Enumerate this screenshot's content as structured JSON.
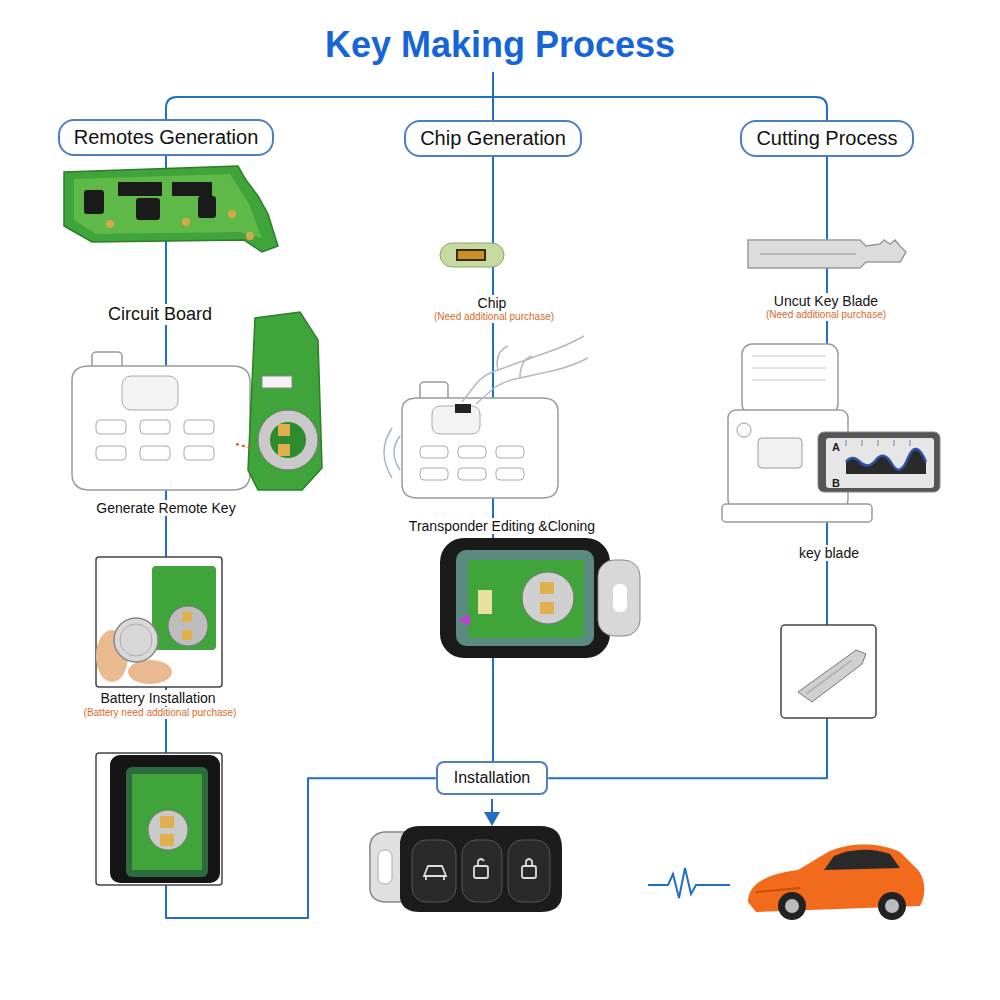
{
  "diagram": {
    "title": "Key Making Process",
    "nodes": [
      {
        "text": [
          "Remotes Generation"
        ]
      },
      {
        "text": [
          "Chip Generation"
        ]
      },
      {
        "text": [
          "Cutting Process"
        ]
      },
      {
        "text": [
          "Installation"
        ]
      }
    ],
    "edges": [
      {
        "from": 0,
        "to": 3,
        "arrow": "none"
      },
      {
        "from": 1,
        "to": 3,
        "arrow": "none"
      },
      {
        "from": 2,
        "to": 3,
        "arrow": "none"
      }
    ],
    "labels": [
      "Circuit Board",
      "Generate Remote Key",
      "Battery Installation",
      "(Battery need additional purchase)",
      "Chip",
      "(Need additional purchase)",
      "Transponder Editing &Cloning",
      "Uncut Key Blade",
      "(Need additional purchase)",
      "key blade",
      "A",
      "B"
    ]
  }
}
